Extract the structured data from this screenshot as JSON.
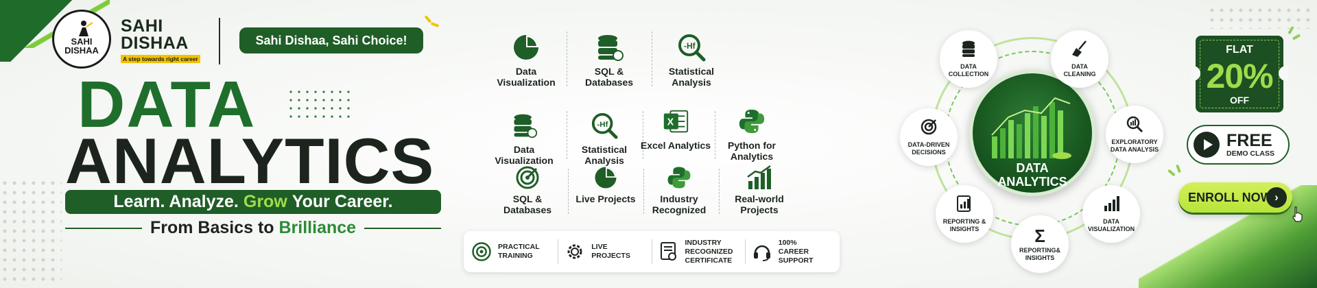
{
  "brand": {
    "emblem_text": "SAHI DISHAA",
    "name_line1": "SAHI",
    "name_line2": "DISHAA",
    "tagline_small": "A step towards right career",
    "choice_pill": "Sahi Dishaa, Sahi Choice!"
  },
  "hero": {
    "title_line1": "DATA",
    "title_line2": "ANALYTICS",
    "learn_part1": "Learn. Analyze.",
    "learn_grow": "Grow",
    "learn_part2": "Your Career.",
    "basics_text": "From Basics to",
    "basics_highlight": "Brilliance"
  },
  "features_top": [
    {
      "label": "Data Visualization",
      "icon": "pie-chart-icon"
    },
    {
      "label": "SQL & Databases",
      "icon": "database-icon"
    },
    {
      "label": "Statistical Analysis",
      "icon": "magnifier-hf-icon"
    }
  ],
  "features_mid": [
    {
      "label": "Data Visualization",
      "icon": "database-icon"
    },
    {
      "label": "Statistical Analysis",
      "icon": "magnifier-hf-icon"
    },
    {
      "label": "Excel Analytics",
      "icon": "excel-icon"
    },
    {
      "label": "Python for Analytics",
      "icon": "python-icon"
    }
  ],
  "features_low": [
    {
      "label": "SQL & Databases",
      "icon": "target-icon"
    },
    {
      "label": "Live Projects",
      "icon": "pie-chart-icon"
    },
    {
      "label": "Industry Recognized",
      "icon": "python-icon"
    },
    {
      "label": "Real-world Projects",
      "icon": "bar-growth-icon"
    }
  ],
  "benefits": [
    {
      "label": "PRACTICAL TRAINING",
      "icon": "target-icon"
    },
    {
      "label": "LIVE PROJECTS",
      "icon": "gear-icon"
    },
    {
      "label": "INDUSTRY RECOGNIZED CERTIFICATE",
      "icon": "certificate-icon"
    },
    {
      "label": "100% CAREER SUPPORT",
      "icon": "headset-icon"
    }
  ],
  "cycle": {
    "center_line1": "DATA",
    "center_line2": "ANALYTICS",
    "nodes": [
      {
        "label": "DATA COLLECTION",
        "icon": "database-icon"
      },
      {
        "label": "DATA CLEANING",
        "icon": "broom-icon"
      },
      {
        "label": "EXPLORATORY DATA ANALYSIS",
        "icon": "magnifier-chart-icon"
      },
      {
        "label": "DATA VISUALIZATION",
        "icon": "bar-chart-icon"
      },
      {
        "label": "REPORTING& INSIGHTS",
        "icon": "sigma-icon"
      },
      {
        "label": "REPORTING & INSIGHTS",
        "icon": "report-icon"
      },
      {
        "label": "DATA-DRIVEN DECISIONS",
        "icon": "target-icon"
      }
    ]
  },
  "offer": {
    "flat": "FLAT",
    "percent": "20%",
    "off": "OFF",
    "demo_title": "FREE",
    "demo_sub": "DEMO CLASS",
    "enroll": "ENROLL NOW",
    "enroll_arrow": "›"
  },
  "colors": {
    "primary_green": "#1f5e27",
    "accent_lime": "#9fdc4b",
    "dark_text": "#1c241d",
    "brand_yellow": "#f2c200"
  }
}
